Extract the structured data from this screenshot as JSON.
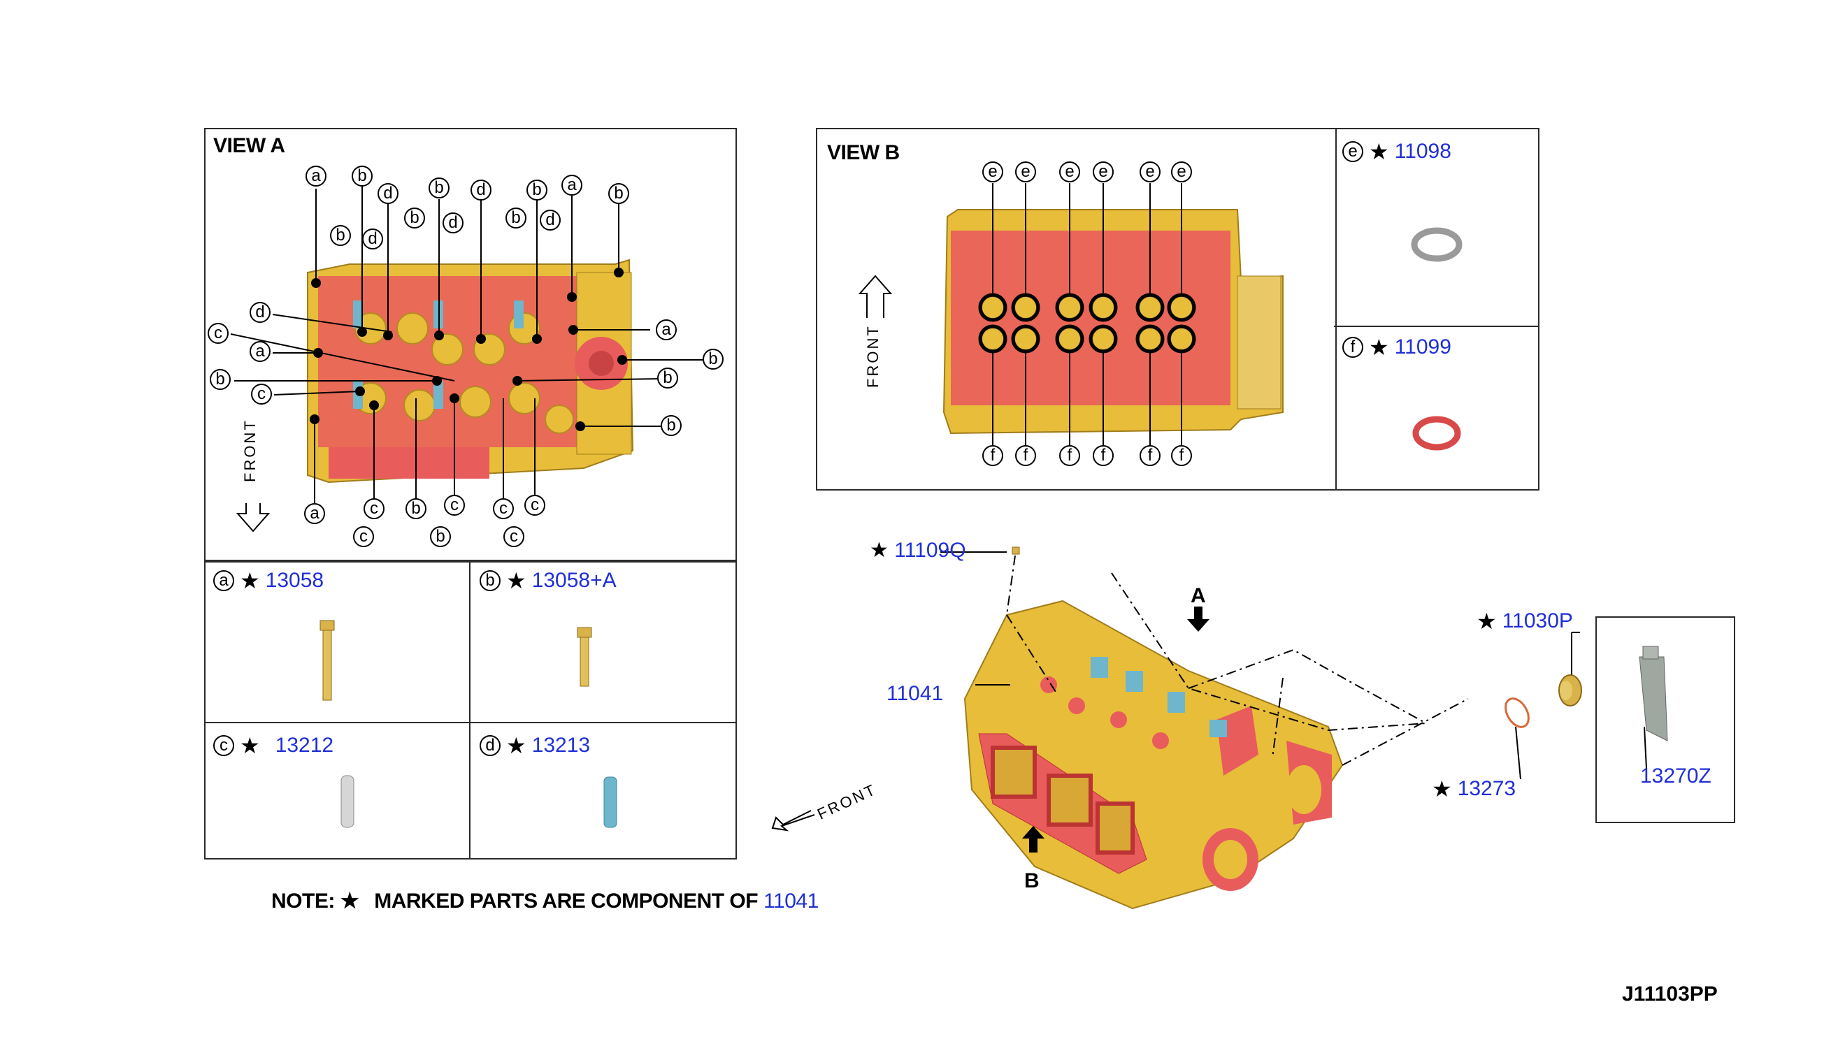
{
  "view_a": {
    "title": "VIEW A",
    "front_label": "FRONT",
    "callouts_top": [
      "a",
      "b",
      "d",
      "b",
      "d",
      "b",
      "a",
      "b",
      "b",
      "d",
      "b",
      "d",
      "b",
      "d"
    ],
    "callouts_left": [
      "d",
      "c",
      "a",
      "b",
      "c"
    ],
    "callouts_right": [
      "a",
      "b",
      "b",
      "b"
    ],
    "callouts_bottom": [
      "a",
      "c",
      "b",
      "c",
      "c",
      "c",
      "c",
      "b",
      "c"
    ]
  },
  "parts_a": [
    {
      "letter": "a",
      "star": "★",
      "pn": "13058"
    },
    {
      "letter": "b",
      "star": "★",
      "pn": "13058+A"
    },
    {
      "letter": "c",
      "star": "★",
      "pn": "13212"
    },
    {
      "letter": "d",
      "star": "★",
      "pn": "13213"
    }
  ],
  "view_b": {
    "title": "VIEW B",
    "front_label": "FRONT",
    "top_callouts": [
      "e",
      "e",
      "e",
      "e",
      "e",
      "e"
    ],
    "bottom_callouts": [
      "f",
      "f",
      "f",
      "f",
      "f",
      "f"
    ]
  },
  "parts_b": [
    {
      "letter": "e",
      "star": "★",
      "pn": "11098"
    },
    {
      "letter": "f",
      "star": "★",
      "pn": "11099"
    }
  ],
  "main": {
    "label_11109q": "11109Q",
    "star_11109q": "★",
    "label_11041": "11041",
    "arrow_a": "A",
    "arrow_b": "B",
    "front_label": "FRONT",
    "star_11030p": "★",
    "label_11030p": "11030P",
    "star_13273": "★",
    "label_13273": "13273",
    "label_13270z": "13270Z"
  },
  "note": {
    "prefix": "NOTE:",
    "star": "★",
    "text": "MARKED PARTS ARE COMPONENT OF",
    "pn": "11041"
  },
  "diagram_code": "J11103PP",
  "colors": {
    "part_number": "#1f2fd6",
    "block_gold": "#e7bd3a",
    "block_red": "#e95c5c",
    "pin_blue": "#6fb6cc",
    "bolt_gold": "#d9b24a"
  }
}
